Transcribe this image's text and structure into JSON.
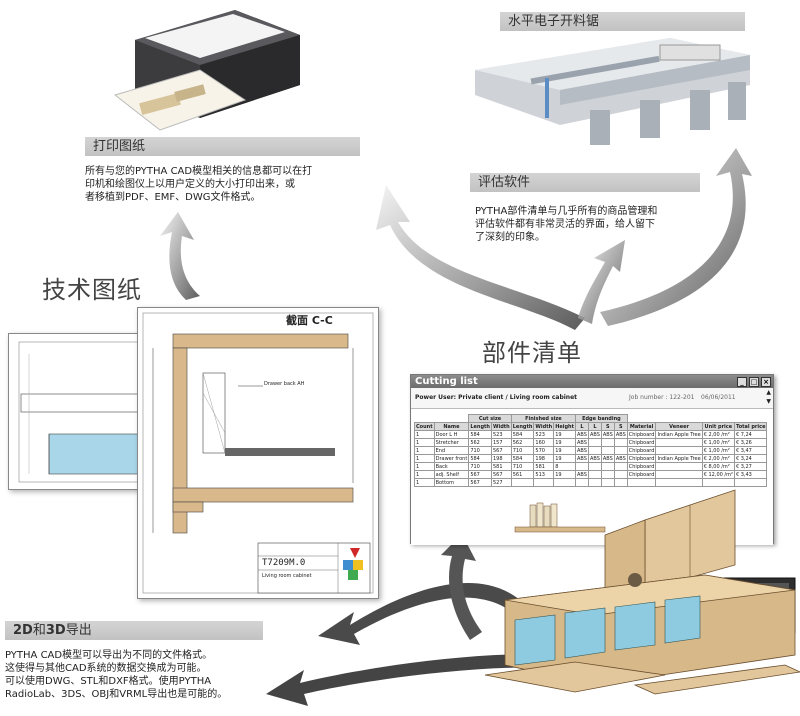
{
  "sections": {
    "print": {
      "heading": "打印图纸",
      "lines": [
        "所有与您的PYTHA CAD模型相关的信息都可以在打",
        "印机和绘图仪上以用户定义的大小打印出来，或",
        "者移植到PDF、EMF、DWG文件格式。"
      ]
    },
    "saw": {
      "heading": "水平电子开料锯"
    },
    "eval": {
      "heading": "评估软件",
      "lines": [
        "PYTHA部件清单与几乎所有的商品管理和",
        "评估软件都有非常灵活的界面，给人留下",
        "了深刻的印象。"
      ]
    },
    "drawings": {
      "label": "技术图纸"
    },
    "parts_list": {
      "label": "部件清单"
    },
    "export": {
      "heading_2d": "2D",
      "heading_and": "和",
      "heading_3d": "3D",
      "heading_rest": "导出",
      "lines": [
        "PYTHA CAD模型可以导出为不同的文件格式。",
        "这使得与其他CAD系统的数据交换成为可能。",
        "可以使用DWG、STL和DXF格式。使用PYTHA",
        "RadioLab、3DS、OBJ和VRML导出也是可能的。"
      ]
    }
  },
  "drawing_sheet": {
    "section_title": "截面 C-C",
    "callout": "Drawer back AH",
    "title_block_number": "T7209M.0",
    "title_block_caption": "Living room cabinet"
  },
  "cutting_window": {
    "title": "Cutting list",
    "power_user": "Power User: Private client / Living room cabinet",
    "job_number": "Job number : 122-201",
    "date": "06/06/2011",
    "group_headers": [
      "Cut size",
      "Finished size",
      "Edge banding"
    ],
    "columns": [
      "Count",
      "Name",
      "Length",
      "Width",
      "Length",
      "Width",
      "Height",
      "L",
      "L",
      "S",
      "S",
      "Material",
      "Veneer",
      "Unit price",
      "Total price"
    ],
    "rows": [
      [
        "1",
        "Door L H",
        "584",
        "523",
        "584",
        "523",
        "19",
        "ABS",
        "ABS",
        "ABS",
        "ABS",
        "Chipboard",
        "Indian Apple Tree",
        "€ 2,00 /m²",
        "€ 7,24"
      ],
      [
        "1",
        "Stretcher",
        "562",
        "157",
        "562",
        "160",
        "19",
        "ABS",
        "",
        "",
        "",
        "Chipboard",
        "",
        "€ 1,00 /m²",
        "€ 3,26"
      ],
      [
        "1",
        "End",
        "710",
        "567",
        "710",
        "570",
        "19",
        "ABS",
        "",
        "",
        "",
        "Chipboard",
        "",
        "€ 1,00 /m²",
        "€ 3,47"
      ],
      [
        "1",
        "Drawer front",
        "584",
        "198",
        "584",
        "198",
        "19",
        "ABS",
        "ABS",
        "ABS",
        "ABS",
        "Chipboard",
        "Indian Apple Tree",
        "€ 2,00 /m²",
        "€ 3,24"
      ],
      [
        "1",
        "Back",
        "710",
        "581",
        "710",
        "581",
        "8",
        "",
        "",
        "",
        "",
        "Chipboard",
        "",
        "€ 8,00 /m²",
        "€ 3,27"
      ],
      [
        "1",
        "adj. Shelf",
        "567",
        "567",
        "561",
        "513",
        "19",
        "ABS",
        "",
        "",
        "",
        "Chipboard",
        "",
        "€ 12,00 /m²",
        "€ 3,43"
      ],
      [
        "1",
        "Bottom",
        "567",
        "527",
        "",
        "",
        "",
        "",
        "",
        "",
        "",
        "",
        "",
        "",
        ""
      ]
    ]
  },
  "colors": {
    "heading_bg": "#c8c8c8",
    "wood": "#d9b98c",
    "glass": "#8ecbe0",
    "arrow": "#555555"
  }
}
